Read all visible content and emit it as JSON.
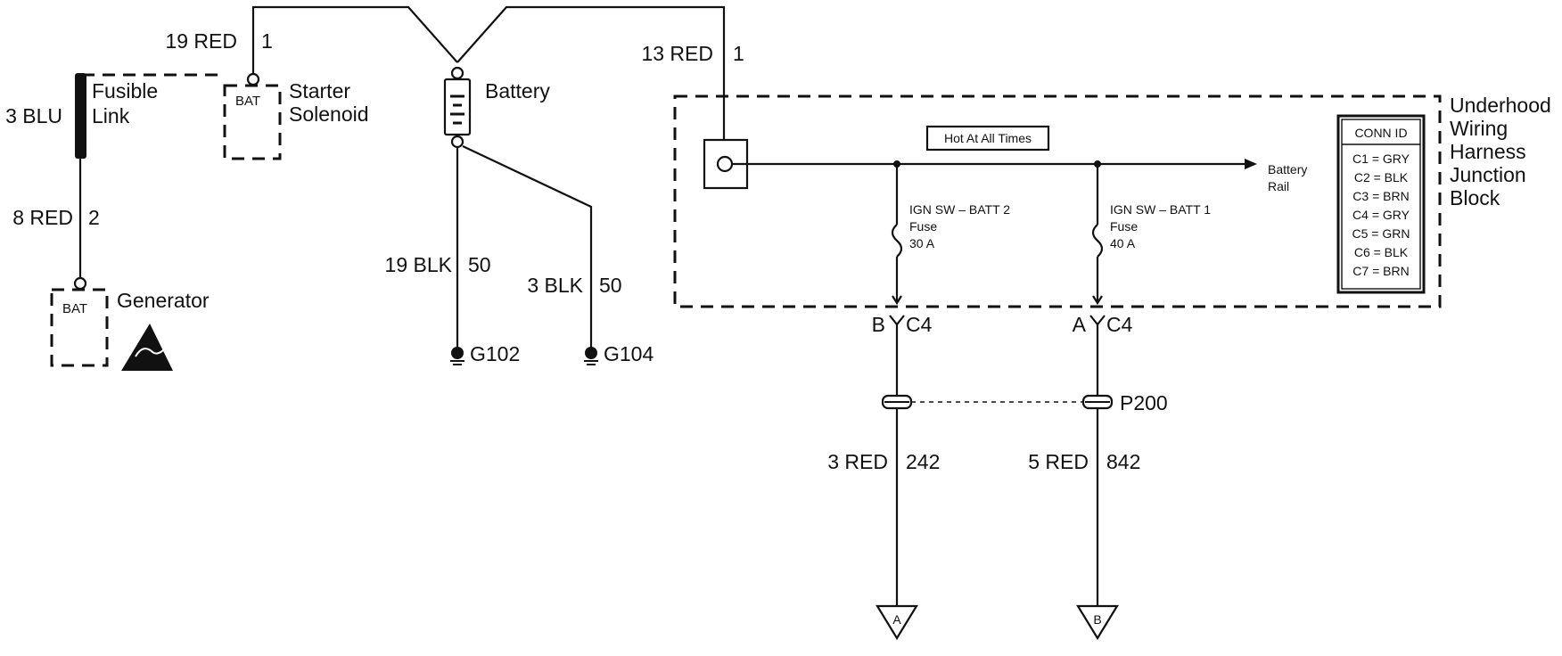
{
  "wires": {
    "starter_wire": {
      "gauge": "19 RED",
      "circuit": "1"
    },
    "junction_wire": {
      "gauge": "13 RED",
      "circuit": "1"
    },
    "fusible_wire": {
      "gauge": "3 BLU"
    },
    "generator_wire": {
      "gauge": "8 RED",
      "circuit": "2"
    },
    "ground_g102_wire": {
      "gauge": "19 BLK",
      "circuit": "50"
    },
    "ground_g104_wire": {
      "gauge": "3 BLK",
      "circuit": "50"
    },
    "fuse2_output_wire": {
      "gauge": "3 RED",
      "circuit": "242"
    },
    "fuse1_output_wire": {
      "gauge": "5 RED",
      "circuit": "842"
    }
  },
  "components": {
    "fusible_link": [
      "Fusible",
      "Link"
    ],
    "generator": {
      "label": "Generator",
      "terminal": "BAT"
    },
    "starter_solenoid": {
      "label": [
        "Starter",
        "Solenoid"
      ],
      "terminal": "BAT"
    },
    "battery": {
      "label": "Battery"
    },
    "grounds": [
      "G102",
      "G104"
    ]
  },
  "junction_block": {
    "title": [
      "Underhood",
      "Wiring",
      "Harness",
      "Junction",
      "Block"
    ],
    "bus_label": "Hot At All Times",
    "rail_label": [
      "Battery",
      "Rail"
    ],
    "fuses": [
      {
        "name": "IGN SW – BATT 2",
        "type": "Fuse",
        "rating": "30 A"
      },
      {
        "name": "IGN SW – BATT 1",
        "type": "Fuse",
        "rating": "40 A"
      }
    ],
    "conn_id": {
      "header": "CONN ID",
      "rows": [
        "C1 = GRY",
        "C2 = BLK",
        "C3 = BRN",
        "C4 = GRY",
        "C5 = GRN",
        "C6 = BLK",
        "C7 = BRN"
      ]
    }
  },
  "connectors": {
    "c4_left": {
      "pin": "B",
      "id": "C4"
    },
    "c4_right": {
      "pin": "A",
      "id": "C4"
    },
    "pass_through": "P200"
  },
  "off_page": [
    "A",
    "B"
  ]
}
